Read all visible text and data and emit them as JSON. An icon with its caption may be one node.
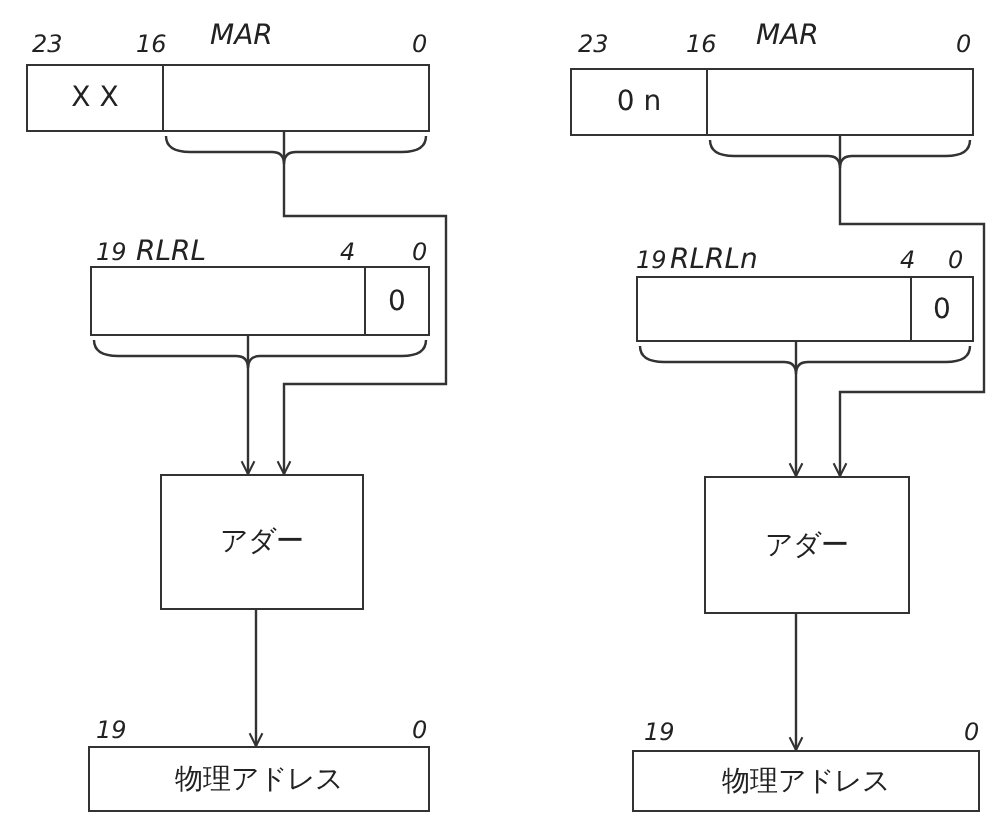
{
  "diagram": {
    "nodes": [
      {
        "text": [
          "X X"
        ]
      },
      {
        "text": [],
        "shape": "box"
      },
      {
        "text": [],
        "shape": "box"
      },
      {
        "text": [
          "0"
        ]
      },
      {
        "text": [
          "アダー"
        ]
      },
      {
        "text": [
          "物理アドレス"
        ]
      },
      {
        "text": [
          "0 n"
        ]
      },
      {
        "text": [],
        "shape": "box"
      },
      {
        "text": [],
        "shape": "box"
      },
      {
        "text": [
          "0"
        ]
      },
      {
        "text": [
          "アダー"
        ]
      },
      {
        "text": [
          "物理アドレス"
        ]
      }
    ],
    "edges": [
      {
        "from": 1,
        "to": 4,
        "arrow": "to"
      },
      {
        "from": 2,
        "to": 4,
        "arrow": "to"
      },
      {
        "from": 4,
        "to": 5,
        "arrow": "to"
      },
      {
        "from": 7,
        "to": 10,
        "arrow": "to"
      },
      {
        "from": 8,
        "to": 10,
        "arrow": "to"
      },
      {
        "from": 10,
        "to": 11,
        "arrow": "to"
      }
    ],
    "labels": [
      "23",
      "16",
      "MAR",
      "0",
      "19",
      "RLRL",
      "4",
      "0",
      "19",
      "0",
      "23",
      "16",
      "MAR",
      "0",
      "19",
      "RLRLn",
      "4",
      "0",
      "19",
      "0"
    ]
  }
}
